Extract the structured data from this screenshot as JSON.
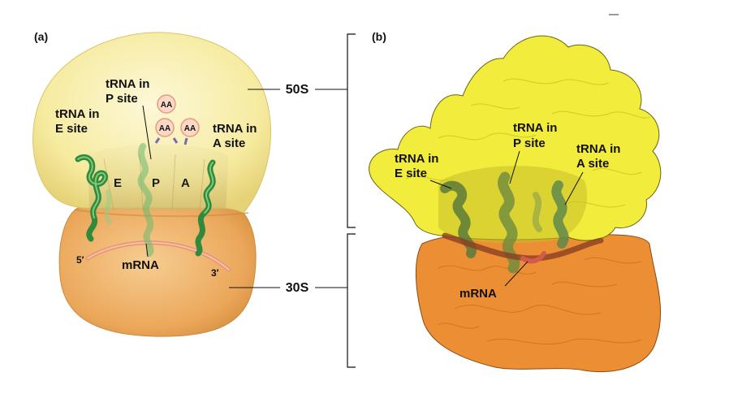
{
  "panels": {
    "a": "(a)",
    "b": "(b)"
  },
  "subunits": {
    "large": "50S",
    "small": "30S"
  },
  "panel_a": {
    "trna_p_line1": "tRNA in",
    "trna_p_line2": "P site",
    "trna_e_line1": "tRNA in",
    "trna_e_line2": "E site",
    "trna_a_line1": "tRNA in",
    "trna_a_line2": "A site",
    "aa_1": "AA",
    "aa_2": "AA",
    "aa_3": "AA",
    "site_e": "E",
    "site_p": "P",
    "site_a": "A",
    "mrna": "mRNA",
    "five_prime": "5′",
    "three_prime": "3′"
  },
  "panel_b": {
    "trna_e_line1": "tRNA in",
    "trna_e_line2": "E site",
    "trna_p_line1": "tRNA in",
    "trna_p_line2": "P site",
    "trna_a_line1": "tRNA in",
    "trna_a_line2": "A site",
    "mrna": "mRNA"
  },
  "colors": {
    "large_subunit_a": "#f6eba0",
    "small_subunit_a": "#eba75a",
    "trna_green": "#3a9a45",
    "mrna_salmon": "#f2a07f",
    "large_subunit_b": "#f2ec3c",
    "small_subunit_b": "#ec8f34"
  }
}
